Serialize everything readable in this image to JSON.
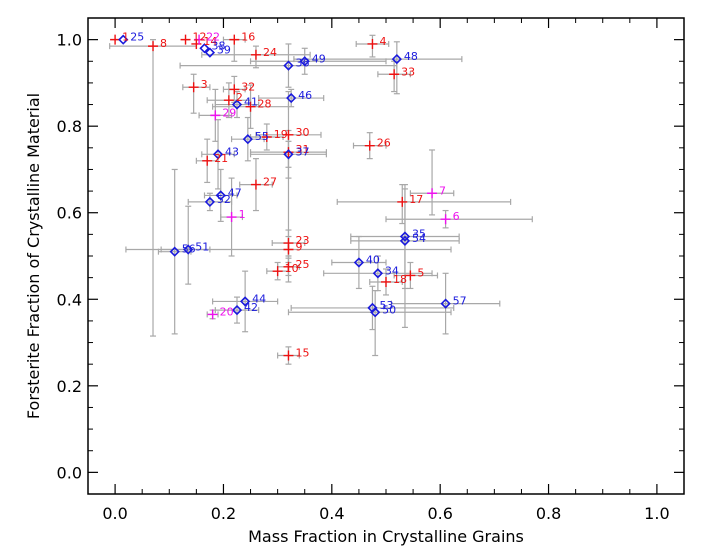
{
  "chart_data": {
    "type": "scatter",
    "title": "",
    "xlabel": "Mass Fraction in Crystalline Grains",
    "ylabel": "Forsterite Fraction of Crystalline Material",
    "xlim": [
      -0.05,
      1.05
    ],
    "ylim": [
      -0.05,
      1.05
    ],
    "x_ticks": [
      "0.0",
      "0.2",
      "0.4",
      "0.6",
      "0.8",
      "1.0"
    ],
    "y_ticks": [
      "0.0",
      "0.2",
      "0.4",
      "0.6",
      "0.8",
      "1.0"
    ],
    "grid": false,
    "legend": "none",
    "colors": {
      "red": "#ee1111",
      "blue": "#1a1add",
      "magenta": "#ee11ee",
      "errorbar": "#a8a8a8"
    },
    "series": [
      {
        "marker": "plus",
        "color": "red",
        "points": [
          {
            "id": "1",
            "x": 0.0,
            "y": 1.0
          },
          {
            "id": "2",
            "x": 0.21,
            "y": 0.86,
            "xerr": [
              0.04,
              0.04
            ],
            "yerr": [
              0.04,
              0.04
            ]
          },
          {
            "id": "3",
            "x": 0.145,
            "y": 0.89,
            "xerr": [
              0.02,
              0.03
            ],
            "yerr": [
              0.06,
              0.03
            ]
          },
          {
            "id": "4",
            "x": 0.475,
            "y": 0.99,
            "xerr": [
              0.03,
              0.03
            ],
            "yerr": [
              0.03,
              0.02
            ]
          },
          {
            "id": "5",
            "x": 0.545,
            "y": 0.455,
            "xerr": [
              0.03,
              0.05
            ],
            "yerr": [
              0.03,
              0.03
            ]
          },
          {
            "id": "8",
            "x": 0.07,
            "y": 0.985,
            "xerr": [
              0.08,
              0.08
            ],
            "yerr": [
              0.67,
              0.015
            ]
          },
          {
            "id": "9",
            "x": 0.32,
            "y": 0.515,
            "xerr": [
              0.3,
              0.3
            ],
            "yerr": [
              0.03,
              0.03
            ]
          },
          {
            "id": "10",
            "x": 0.3,
            "y": 0.465,
            "xerr": [
              0.02,
              0.02
            ],
            "yerr": [
              0.02,
              0.02
            ]
          },
          {
            "id": "12",
            "x": 0.13,
            "y": 1.0
          },
          {
            "id": "14",
            "x": 0.15,
            "y": 0.99
          },
          {
            "id": "16",
            "x": 0.22,
            "y": 1.0,
            "xerr": [
              0.02,
              0.02
            ],
            "yerr": [
              0.05,
              0.0
            ]
          },
          {
            "id": "17",
            "x": 0.53,
            "y": 0.625,
            "xerr": [
              0.12,
              0.2
            ],
            "yerr": [
              0.05,
              0.04
            ]
          },
          {
            "id": "18",
            "x": 0.5,
            "y": 0.44,
            "xerr": [
              0.03,
              0.03
            ],
            "yerr": [
              0.03,
              0.03
            ]
          },
          {
            "id": "19",
            "x": 0.28,
            "y": 0.775,
            "xerr": [
              0.03,
              0.03
            ],
            "yerr": [
              0.03,
              0.03
            ]
          },
          {
            "id": "21",
            "x": 0.17,
            "y": 0.72,
            "xerr": [
              0.02,
              0.02
            ],
            "yerr": [
              0.05,
              0.05
            ]
          },
          {
            "id": "23",
            "x": 0.32,
            "y": 0.53,
            "xerr": [
              0.03,
              0.03
            ],
            "yerr": [
              0.03,
              0.03
            ]
          },
          {
            "id": "24",
            "x": 0.26,
            "y": 0.965,
            "xerr": [
              0.1,
              0.1
            ],
            "yerr": [
              0.03,
              0.02
            ]
          },
          {
            "id": "25",
            "x": 0.32,
            "y": 0.475,
            "xerr": [
              0.02,
              0.02
            ],
            "yerr": [
              0.02,
              0.02
            ]
          },
          {
            "id": "26",
            "x": 0.47,
            "y": 0.755,
            "xerr": [
              0.03,
              0.03
            ],
            "yerr": [
              0.03,
              0.03
            ]
          },
          {
            "id": "27",
            "x": 0.26,
            "y": 0.665,
            "xerr": [
              0.03,
              0.03
            ],
            "yerr": [
              0.06,
              0.06
            ]
          },
          {
            "id": "28",
            "x": 0.25,
            "y": 0.845,
            "xerr": [
              0.07,
              0.07
            ],
            "yerr": [
              0.05,
              0.05
            ]
          },
          {
            "id": "30",
            "x": 0.32,
            "y": 0.78,
            "xerr": [
              0.06,
              0.06
            ],
            "yerr": [
              0.1,
              0.1
            ]
          },
          {
            "id": "31",
            "x": 0.32,
            "y": 0.74,
            "xerr": [
              0.07,
              0.07
            ],
            "yerr": [
              0.3,
              0.05
            ]
          },
          {
            "id": "32",
            "x": 0.22,
            "y": 0.885,
            "xerr": [
              0.02,
              0.02
            ],
            "yerr": [
              0.03,
              0.03
            ]
          },
          {
            "id": "33",
            "x": 0.515,
            "y": 0.92,
            "xerr": [
              0.03,
              0.03
            ],
            "yerr": [
              0.04,
              0.03
            ]
          },
          {
            "id": "15",
            "x": 0.32,
            "y": 0.27,
            "xerr": [
              0.02,
              0.02
            ],
            "yerr": [
              0.02,
              0.02
            ]
          }
        ]
      },
      {
        "marker": "diamond",
        "color": "blue",
        "points": [
          {
            "id": "25",
            "x": 0.015,
            "y": 1.0
          },
          {
            "id": "34",
            "x": 0.485,
            "y": 0.46,
            "xerr": [
              0.1,
              0.1
            ],
            "yerr": [
              0.04,
              0.04
            ]
          },
          {
            "id": "35",
            "x": 0.535,
            "y": 0.545,
            "xerr": [
              0.1,
              0.1
            ],
            "yerr": [
              0.12,
              0.12
            ]
          },
          {
            "id": "36",
            "x": 0.32,
            "y": 0.94,
            "xerr": [
              0.2,
              0.2
            ],
            "yerr": [
              0.05,
              0.05
            ]
          },
          {
            "id": "37",
            "x": 0.32,
            "y": 0.735,
            "xerr": [
              0.07,
              0.07
            ],
            "yerr": [
              0.03,
              0.03
            ]
          },
          {
            "id": "38",
            "x": 0.165,
            "y": 0.98
          },
          {
            "id": "39",
            "x": 0.175,
            "y": 0.97
          },
          {
            "id": "40",
            "x": 0.45,
            "y": 0.485,
            "xerr": [
              0.05,
              0.05
            ],
            "yerr": [
              0.06,
              0.06
            ]
          },
          {
            "id": "41",
            "x": 0.225,
            "y": 0.85,
            "xerr": [
              0.04,
              0.04
            ],
            "yerr": [
              0.03,
              0.03
            ]
          },
          {
            "id": "42",
            "x": 0.225,
            "y": 0.375,
            "xerr": [
              0.04,
              0.04
            ],
            "yerr": [
              0.03,
              0.03
            ]
          },
          {
            "id": "43",
            "x": 0.19,
            "y": 0.735,
            "xerr": [
              0.03,
              0.03
            ],
            "yerr": [
              0.08,
              0.08
            ]
          },
          {
            "id": "44",
            "x": 0.24,
            "y": 0.395,
            "xerr": [
              0.06,
              0.06
            ],
            "yerr": [
              0.07,
              0.07
            ]
          },
          {
            "id": "46",
            "x": 0.325,
            "y": 0.865,
            "xerr": [
              0.06,
              0.06
            ],
            "yerr": [
              0.02,
              0.02
            ]
          },
          {
            "id": "47",
            "x": 0.195,
            "y": 0.64,
            "xerr": [
              0.03,
              0.03
            ],
            "yerr": [
              0.06,
              0.06
            ]
          },
          {
            "id": "48",
            "x": 0.52,
            "y": 0.955,
            "xerr": [
              0.19,
              0.12
            ],
            "yerr": [
              0.08,
              0.04
            ]
          },
          {
            "id": "49",
            "x": 0.35,
            "y": 0.95,
            "xerr": [
              0.1,
              0.15
            ],
            "yerr": [
              0.03,
              0.03
            ]
          },
          {
            "id": "50",
            "x": 0.48,
            "y": 0.37,
            "xerr": [
              0.16,
              0.14
            ],
            "yerr": [
              0.1,
              0.05
            ]
          },
          {
            "id": "51",
            "x": 0.135,
            "y": 0.515,
            "xerr": [
              0.05,
              0.04
            ],
            "yerr": [
              0.08,
              0.1
            ]
          },
          {
            "id": "52",
            "x": 0.175,
            "y": 0.625,
            "xerr": [
              0.04,
              0.04
            ],
            "yerr": [
              0.02,
              0.02
            ]
          },
          {
            "id": "53",
            "x": 0.475,
            "y": 0.38,
            "xerr": [
              0.15,
              0.15
            ],
            "yerr": [
              0.05,
              0.05
            ]
          },
          {
            "id": "54",
            "x": 0.535,
            "y": 0.535,
            "xerr": [
              0.1,
              0.1
            ],
            "yerr": [
              0.2,
              0.12
            ]
          },
          {
            "id": "55",
            "x": 0.245,
            "y": 0.77,
            "xerr": [
              0.03,
              0.03
            ],
            "yerr": [
              0.05,
              0.05
            ]
          },
          {
            "id": "56",
            "x": 0.11,
            "y": 0.51,
            "xerr": [
              0.03,
              0.03
            ],
            "yerr": [
              0.19,
              0.19
            ]
          },
          {
            "id": "57",
            "x": 0.61,
            "y": 0.39,
            "xerr": [
              0.1,
              0.1
            ],
            "yerr": [
              0.07,
              0.07
            ]
          }
        ]
      },
      {
        "marker": "plus",
        "color": "magenta",
        "points": [
          {
            "id": "1",
            "x": 0.215,
            "y": 0.59,
            "xerr": [
              0.02,
              0.02
            ],
            "yerr": [
              0.09,
              0.09
            ]
          },
          {
            "id": "6",
            "x": 0.61,
            "y": 0.585,
            "xerr": [
              0.11,
              0.16
            ],
            "yerr": [
              0.02,
              0.02
            ]
          },
          {
            "id": "7",
            "x": 0.585,
            "y": 0.645,
            "xerr": [
              0.04,
              0.04
            ],
            "yerr": [
              0.05,
              0.1
            ]
          },
          {
            "id": "20",
            "x": 0.18,
            "y": 0.365,
            "xerr": [
              0.01,
              0.01
            ],
            "yerr": [
              0.01,
              0.01
            ]
          },
          {
            "id": "22",
            "x": 0.155,
            "y": 1.0
          },
          {
            "id": "29",
            "x": 0.185,
            "y": 0.825,
            "xerr": [
              0.03,
              0.03
            ],
            "yerr": [
              0.06,
              0.06
            ]
          }
        ]
      }
    ]
  }
}
